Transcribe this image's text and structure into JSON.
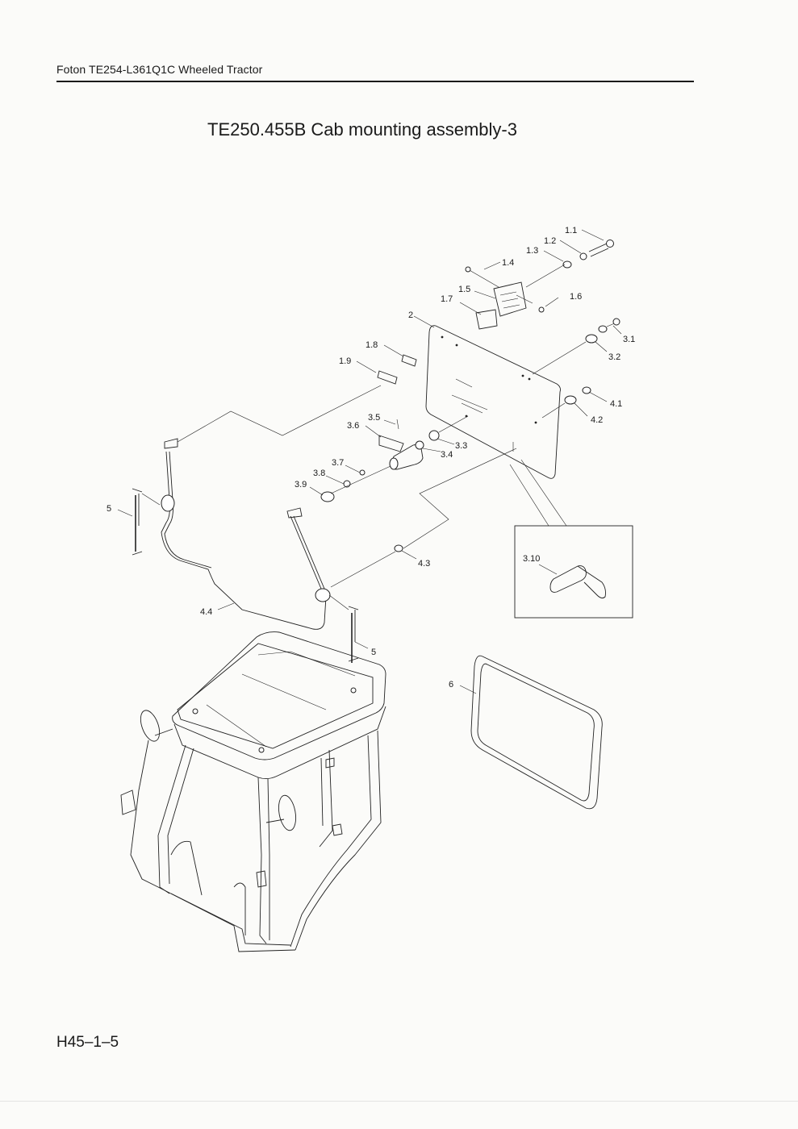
{
  "header": {
    "text": "Foton TE254-L361Q1C Wheeled Tractor"
  },
  "title": "TE250.455B  Cab mounting assembly-3",
  "footer": "H45–1–5",
  "callouts": {
    "c1_1": "1.1",
    "c1_2": "1.2",
    "c1_3": "1.3",
    "c1_4": "1.4",
    "c1_5": "1.5",
    "c1_6": "1.6",
    "c1_7": "1.7",
    "c1_8": "1.8",
    "c1_9": "1.9",
    "c2": "2",
    "c3_1": "3.1",
    "c3_2": "3.2",
    "c3_3": "3.3",
    "c3_4": "3.4",
    "c3_5": "3.5",
    "c3_6": "3.6",
    "c3_7": "3.7",
    "c3_8": "3.8",
    "c3_9": "3.9",
    "c3_10": "3.10",
    "c4_1": "4.1",
    "c4_2": "4.2",
    "c4_3": "4.3",
    "c4_4": "4.4",
    "c5a": "5",
    "c5b": "5",
    "c6": "6"
  }
}
